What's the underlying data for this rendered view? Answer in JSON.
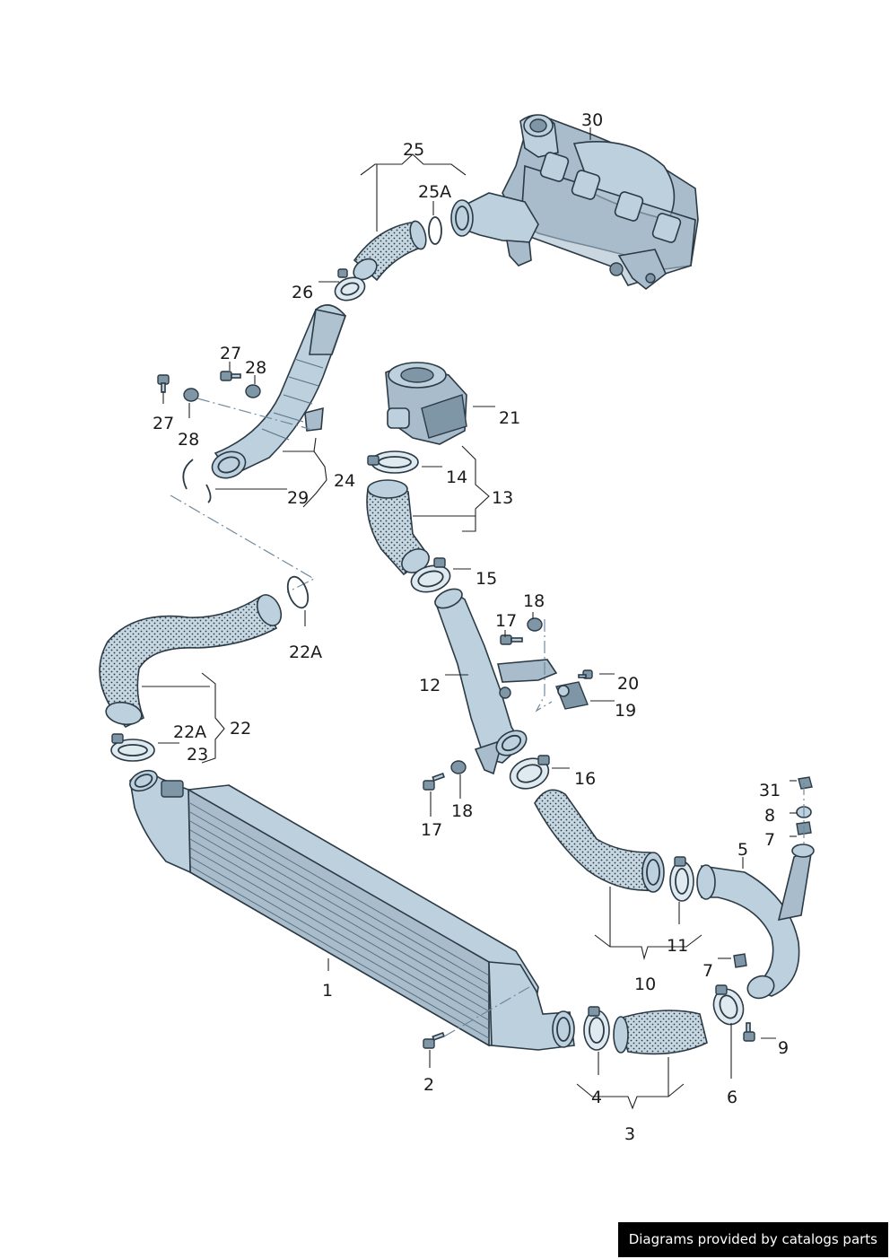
{
  "colors": {
    "part_fill": "#bcd0dd",
    "part_shade": "#a8bccb",
    "outline": "#2b3a45",
    "hose_dots": "#2b3a45",
    "dash_line": "#6f8a9c",
    "footer_bg": "#000000",
    "footer_text": "#ffffff"
  },
  "parts": [
    {
      "id": "p1",
      "label": "1",
      "name": "intercooler"
    },
    {
      "id": "p2",
      "label": "2",
      "name": "bolt"
    },
    {
      "id": "p3",
      "label": "3",
      "name": "pressure-hose-group"
    },
    {
      "id": "p4",
      "label": "4",
      "name": "hose-clamp"
    },
    {
      "id": "p5",
      "label": "5",
      "name": "pressure-pipe-with-bracket"
    },
    {
      "id": "p6",
      "label": "6",
      "name": "hose-clamp"
    },
    {
      "id": "p7a",
      "label": "7",
      "name": "nut"
    },
    {
      "id": "p7b",
      "label": "7",
      "name": "nut"
    },
    {
      "id": "p8",
      "label": "8",
      "name": "washer"
    },
    {
      "id": "p9",
      "label": "9",
      "name": "bolt"
    },
    {
      "id": "p10",
      "label": "10",
      "name": "pressure-hose-group"
    },
    {
      "id": "p11",
      "label": "11",
      "name": "hose-clamp"
    },
    {
      "id": "p12",
      "label": "12",
      "name": "pressure-pipe"
    },
    {
      "id": "p13",
      "label": "13",
      "name": "hose-group"
    },
    {
      "id": "p14",
      "label": "14",
      "name": "hose-clamp"
    },
    {
      "id": "p15",
      "label": "15",
      "name": "hose-clamp"
    },
    {
      "id": "p16",
      "label": "16",
      "name": "hose-clamp"
    },
    {
      "id": "p17a",
      "label": "17",
      "name": "bolt"
    },
    {
      "id": "p17b",
      "label": "17",
      "name": "bolt"
    },
    {
      "id": "p18a",
      "label": "18",
      "name": "grommet"
    },
    {
      "id": "p18b",
      "label": "18",
      "name": "grommet"
    },
    {
      "id": "p19",
      "label": "19",
      "name": "pressure-sensor"
    },
    {
      "id": "p20",
      "label": "20",
      "name": "bolt"
    },
    {
      "id": "p21",
      "label": "21",
      "name": "throttle-valve-unit"
    },
    {
      "id": "p22",
      "label": "22",
      "name": "pressure-hose-group"
    },
    {
      "id": "p22a1",
      "label": "22A",
      "name": "o-ring"
    },
    {
      "id": "p22a2",
      "label": "22A",
      "name": "hose-clamp"
    },
    {
      "id": "p23",
      "label": "23",
      "name": "hose-clamp"
    },
    {
      "id": "p24",
      "label": "24",
      "name": "air-pipe-group"
    },
    {
      "id": "p25",
      "label": "25",
      "name": "hose-group"
    },
    {
      "id": "p25a",
      "label": "25A",
      "name": "o-ring"
    },
    {
      "id": "p26",
      "label": "26",
      "name": "hose-clamp"
    },
    {
      "id": "p27a",
      "label": "27",
      "name": "bolt"
    },
    {
      "id": "p27b",
      "label": "27",
      "name": "bolt"
    },
    {
      "id": "p28a",
      "label": "28",
      "name": "grommet"
    },
    {
      "id": "p28b",
      "label": "28",
      "name": "grommet"
    },
    {
      "id": "p29",
      "label": "29",
      "name": "retaining-clip"
    },
    {
      "id": "p30",
      "label": "30",
      "name": "turbocharger-manifold"
    },
    {
      "id": "p31",
      "label": "31",
      "name": "nut"
    }
  ],
  "footer": {
    "text": "Diagrams provided by catalogs parts"
  }
}
